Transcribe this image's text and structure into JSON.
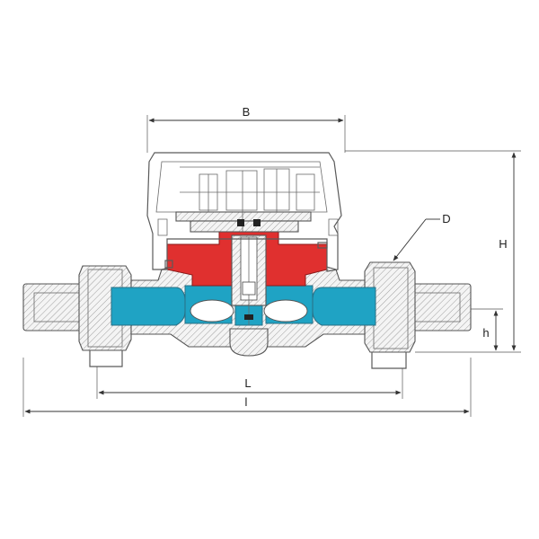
{
  "diagram": {
    "labels": {
      "B": "B",
      "H": "H",
      "D": "D",
      "h": "h",
      "L": "L",
      "l": "l"
    },
    "colors": {
      "flow_channel": "#1fa3c4",
      "impeller_housing": "#e0302f",
      "outline": "#5a5a5a",
      "hatch": "#8a8a8a"
    }
  }
}
